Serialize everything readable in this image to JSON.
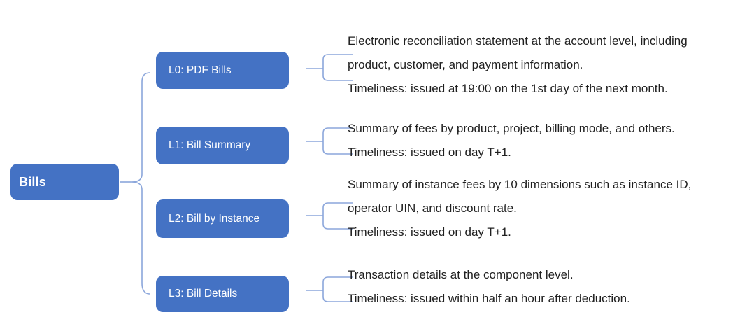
{
  "colors": {
    "box_fill": "#4472C4",
    "box_text": "#FFFFFF",
    "connector": "#8BA6DB",
    "description_text": "#1F1F1F",
    "background": "#FFFFFF"
  },
  "root": {
    "label": "Bills"
  },
  "nodes": [
    {
      "label": "L0: PDF Bills",
      "description_lines": [
        "Electronic reconciliation statement at the account level, including",
        "product, customer, and payment information.",
        "Timeliness: issued at 19:00 on the 1st day of the next month."
      ]
    },
    {
      "label": "L1: Bill Summary",
      "description_lines": [
        "Summary of fees by product, project, billing mode, and others.",
        "Timeliness: issued on day T+1."
      ]
    },
    {
      "label": "L2: Bill by Instance",
      "description_lines": [
        "Summary of instance fees by 10 dimensions such as instance ID,",
        "operator UIN, and discount rate.",
        "Timeliness: issued on day T+1."
      ]
    },
    {
      "label": "L3: Bill Details",
      "description_lines": [
        "Transaction details at the component level.",
        "Timeliness: issued within half an hour after deduction."
      ]
    }
  ]
}
